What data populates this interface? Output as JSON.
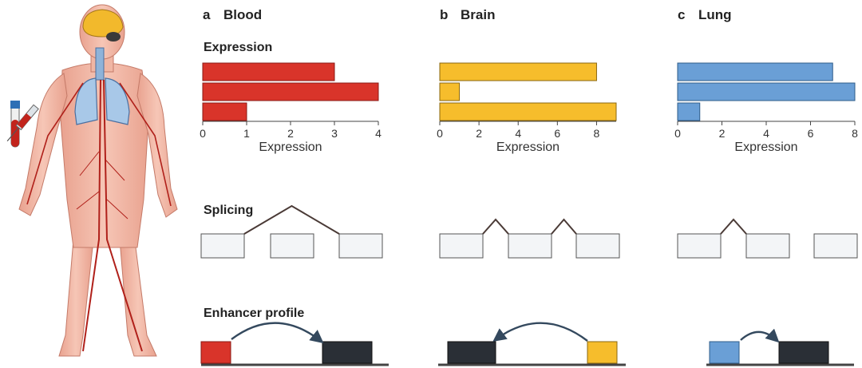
{
  "panels": [
    {
      "letter": "a",
      "title": "Blood",
      "color": "#d9342a",
      "edge": "#8a1a14"
    },
    {
      "letter": "b",
      "title": "Brain",
      "color": "#f6bd2c",
      "edge": "#8a6710"
    },
    {
      "letter": "c",
      "title": "Lung",
      "color": "#6a9fd6",
      "edge": "#2f5c8a"
    }
  ],
  "labels": {
    "expression": "Expression",
    "splicing": "Splicing",
    "enhancer_profile": "Enhancer profile"
  },
  "chart_data": [
    {
      "type": "bar",
      "orientation": "horizontal",
      "panel": "Blood",
      "xlabel": "Expression",
      "values": [
        3,
        4,
        1
      ],
      "xlim": [
        0,
        4
      ],
      "ticks": [
        0,
        1,
        2,
        3,
        4
      ],
      "color": "#d9342a"
    },
    {
      "type": "bar",
      "orientation": "horizontal",
      "panel": "Brain",
      "xlabel": "Expression",
      "values": [
        8,
        1,
        9
      ],
      "xlim": [
        0,
        9
      ],
      "ticks": [
        0,
        2,
        4,
        6,
        8
      ],
      "color": "#f6bd2c"
    },
    {
      "type": "bar",
      "orientation": "horizontal",
      "panel": "Lung",
      "xlabel": "Expression",
      "values": [
        7,
        8,
        1
      ],
      "xlim": [
        0,
        8
      ],
      "ticks": [
        0,
        2,
        4,
        6,
        8
      ],
      "color": "#6a9fd6"
    }
  ],
  "splicing": [
    {
      "panel": "Blood",
      "exons": 3,
      "junctions": [
        [
          0,
          2
        ]
      ]
    },
    {
      "panel": "Brain",
      "exons": 3,
      "junctions": [
        [
          0,
          1
        ],
        [
          1,
          2
        ]
      ]
    },
    {
      "panel": "Lung",
      "exons": 3,
      "junctions": [
        [
          0,
          1
        ]
      ]
    }
  ],
  "enhancer": [
    {
      "panel": "Blood",
      "tissue_box": "left",
      "arrow": "left-to-right"
    },
    {
      "panel": "Brain",
      "tissue_box": "right",
      "arrow": "right-to-left"
    },
    {
      "panel": "Lung",
      "tissue_box": "left",
      "arrow": "left-to-right"
    }
  ],
  "style": {
    "exon_fill": "#f3f5f7",
    "exon_stroke": "#555555",
    "junction_stroke": "#4a3a36",
    "enhancer_dark": "#2a2f36",
    "arrow_color": "#34495e",
    "axis_color": "#444444"
  }
}
